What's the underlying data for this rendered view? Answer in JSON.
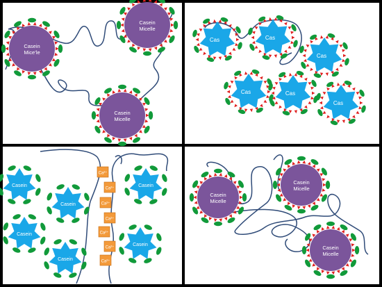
{
  "labels": {
    "micelle_line1": "Casein",
    "micelle_line2": "Micelle",
    "micelle_line2_alt": "Mice’le",
    "cas": "Cas",
    "casein": "Casein",
    "ca": "Ca²⁺"
  },
  "colors": {
    "micelle_fill": "#7b559b",
    "star_fill": "#1aa7e8",
    "green_oval": "#119a3a",
    "red_triangle": "#e02020",
    "strand": "#2f4b78",
    "ca_box": "#f39a3a",
    "border": "#000000"
  },
  "panels": [
    {
      "name": "top-left"
    },
    {
      "name": "top-right"
    },
    {
      "name": "bottom-left"
    },
    {
      "name": "bottom-right"
    }
  ]
}
